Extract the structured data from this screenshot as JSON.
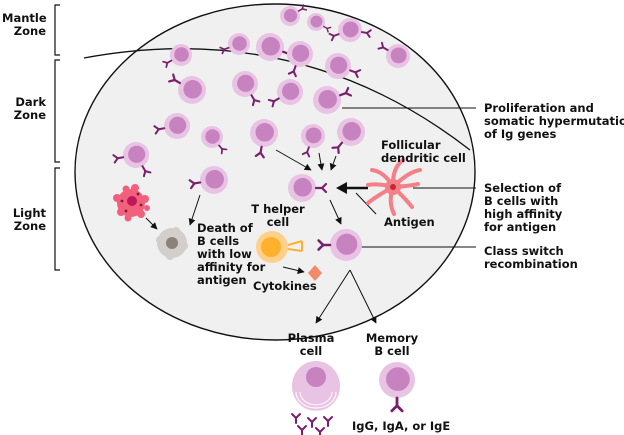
{
  "zones": {
    "mantle": "Mantle\nZone",
    "dark": "Dark\nZone",
    "light": "Light\nZone"
  },
  "labels": {
    "proliferation": "Proliferation and\nsomatic hypermutation\nof Ig genes",
    "follicular": "Follicular\ndendritic cell",
    "selection": "Selection of\nB cells with\nhigh affinity\nfor antigen",
    "antigen": "Antigen",
    "class_switch": "Class switch\nrecombination",
    "death": "Death of\nB cells\nwith low\naffinity for\nantigen",
    "t_helper": "T helper\ncell",
    "cytokines": "Cytokines",
    "plasma": "Plasma\ncell",
    "memory": "Memory\nB cell",
    "ig": "IgG, IgA, or IgE"
  },
  "colors": {
    "cell_outer": "#e9c3e3",
    "cell_inner": "#c683bf",
    "antibody": "#7a1f6e",
    "follicle_fill": "#f0f0f0",
    "dendritic": "#f47f86",
    "t_helper": "#ffb12d",
    "cytokine": "#f28b68",
    "dying_cell": "#f2607e",
    "dead_cell": "#c9c3bf"
  }
}
